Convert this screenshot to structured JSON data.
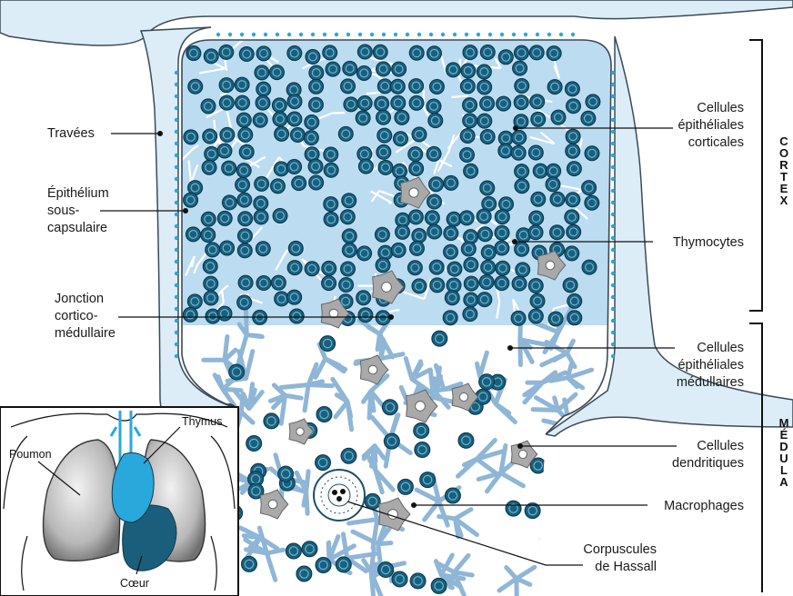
{
  "labels": {
    "travees": "Travées",
    "epithelium_sous_capsulaire": [
      "Épithélium",
      "sous-",
      "capsulaire"
    ],
    "jonction": [
      "Jonction",
      "cortico-",
      "médullaire"
    ],
    "cellules_epitheliales_corticales": [
      "Cellules",
      "épithéliales",
      "corticales"
    ],
    "thymocytes": "Thymocytes",
    "cellules_epitheliales_medullaires": [
      "Cellules",
      "épithéliales",
      "médullaires"
    ],
    "cellules_dendritiques": [
      "Cellules",
      "dendritiques"
    ],
    "macrophages": "Macrophages",
    "corpuscules": [
      "Corpuscules",
      "de Hassall"
    ]
  },
  "regions": {
    "cortex": [
      "C",
      "O",
      "R",
      "T",
      "E",
      "X"
    ],
    "medula": [
      "M",
      "É",
      "D",
      "U",
      "L",
      "A"
    ]
  },
  "inset": {
    "thymus": "Thymus",
    "poumon": "Poumon",
    "coeur": "Cœur"
  },
  "colors": {
    "capsule": "#dcedf8",
    "cortex_bg": "#bfe0f5",
    "thymocyte": "#17607e",
    "epithelial_medullary": "#8fb6d6",
    "macrophage": "#a9a9a9",
    "heart": "#1b5e7c",
    "thymus_organ": "#29a8dc"
  }
}
